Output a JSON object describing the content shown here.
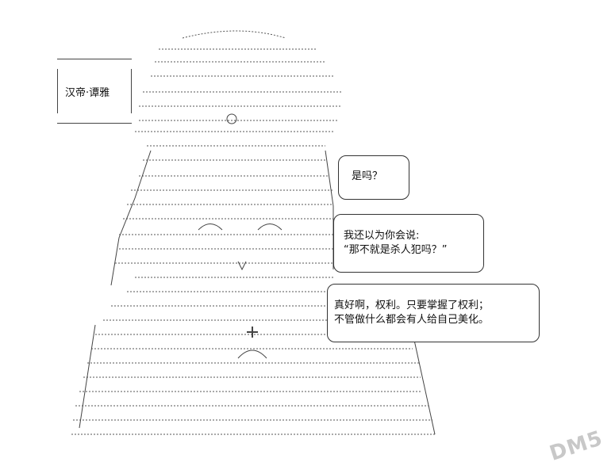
{
  "name_box": {
    "label": "汉帝·谭雅"
  },
  "bubbles": [
    {
      "lines": [
        "是吗？"
      ]
    },
    {
      "lines": [
        "我还以为你会说:",
        "“那不就是杀人犯吗？”"
      ]
    },
    {
      "lines": [
        "真好啊，权利。只要掌握了权利；",
        "不管做什么都会有人给自己美化。"
      ]
    }
  ],
  "watermark": {
    "text": "DM5"
  },
  "colors": {
    "ink": "#222222",
    "background": "#ffffff",
    "watermark": "#c8c8c8"
  }
}
